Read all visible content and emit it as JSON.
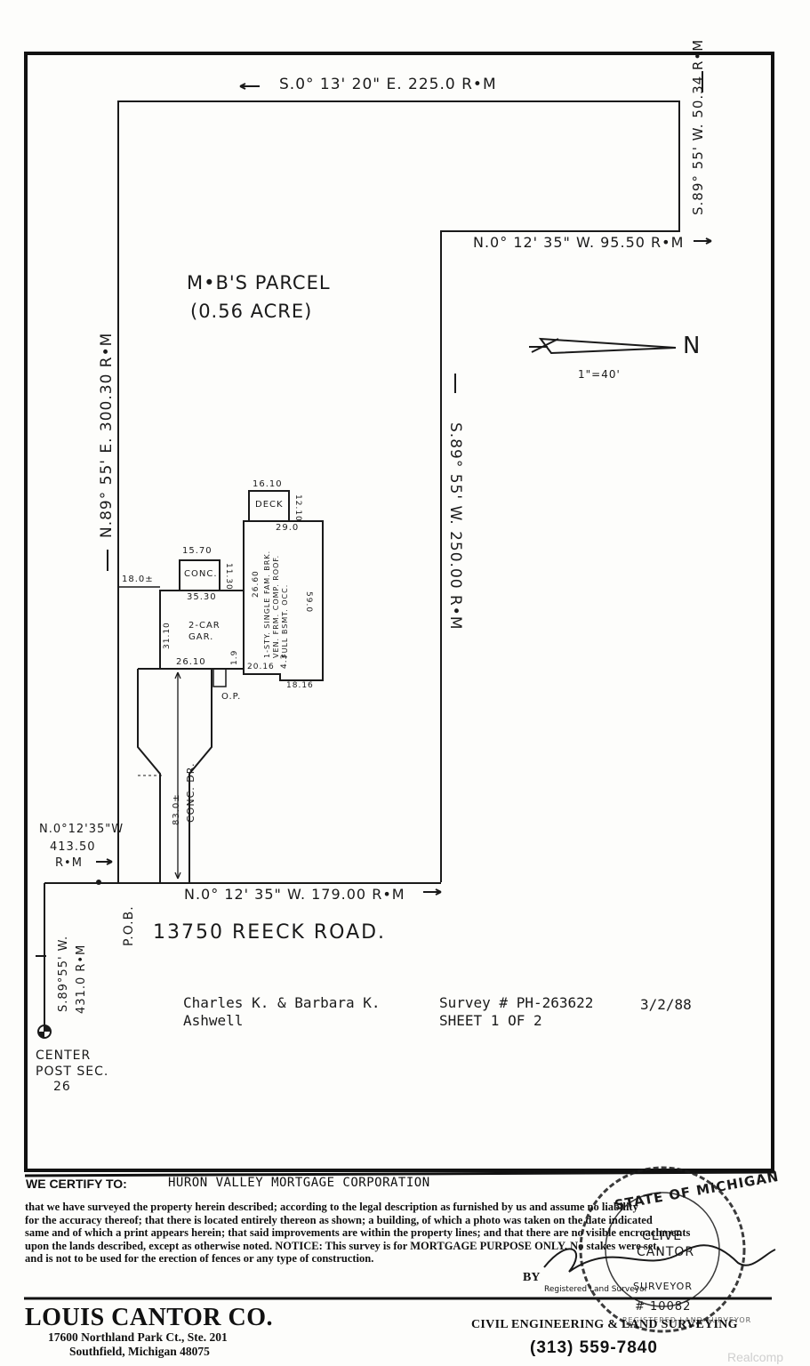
{
  "plat": {
    "north_line": "S.0° 13' 20\" E. 225.0 R•M",
    "east_upper": "S.89° 55' W. 50.34 R•M",
    "jog_line": "N.0° 12' 35\" W. 95.50 R•M",
    "east_lower": "S.89° 55' W. 250.00 R•M",
    "west_line": "N.89° 55' E. 300.30 R•M",
    "south_line": "N.0° 12' 35\" W. 179.00 R•M",
    "parcel_title": "M•B'S PARCEL",
    "parcel_area": "(0.56 ACRE)",
    "scale": "1\"=40'",
    "north_letter": "N",
    "street": "13750 REECK ROAD.",
    "pob": "P.O.B.",
    "tie_line": "N.0°12'35\"W",
    "tie_dist": "413.50",
    "tie_rm": "R•M",
    "west_tie": "S.89°55' W.",
    "west_tie_dist": "431.0 R•M",
    "center_post_1": "CENTER",
    "center_post_2": "POST SEC.",
    "center_post_3": "26",
    "deck": "DECK",
    "deck_w": "16.10",
    "deck_h": "12.10",
    "house_top": "29.0",
    "house_depth": "59.0",
    "house_side": "26.60",
    "house_desc": "1-STY. SINGLE FAM. BRK. VEN. FRM. COMP. ROOF. FULL BSMT. OCC.",
    "conc_label": "CONC.",
    "conc_w": "15.70",
    "conc_h": "11.30",
    "garage_setback": "18.0±",
    "garage_w": "35.30",
    "garage_label": "2-CAR GAR.",
    "garage_d": "31.10",
    "drive_start": "26.10",
    "jog_small": "1.9",
    "jog_w": "20.16",
    "jog_small2": "4.3",
    "house_bottom": "18.16",
    "op_label": "O.P.",
    "drive_len": "83.0±",
    "drive_label": "CONC. DR."
  },
  "info": {
    "owner_line1": "Charles K. & Barbara K.",
    "owner_line2": "Ashwell",
    "survey_no": "Survey # PH-263622",
    "sheet": "SHEET 1 OF 2",
    "date": "3/2/88"
  },
  "certification": {
    "to_label": "WE CERTIFY TO:",
    "to_name": "HURON VALLEY MORTGAGE CORPORATION",
    "line1": "that we have surveyed the property herein described; according to the legal description as furnished by us and assume no liability",
    "line2": "for the accuracy thereof; that there is located entirely thereon as shown; a building, of which a photo was taken on the date indicated",
    "line3": "same and of which a print appears herein; that said improvements are within the property lines; and that there are no visible encroachments",
    "line4": "upon the lands described, except as otherwise noted. NOTICE: This survey is for MORTGAGE PURPOSE ONLY. No stakes were set,",
    "line5": "and is not to be used for the erection of fences or any type of construction.",
    "by": "BY",
    "registered": "Registered Land Surveyor"
  },
  "seal": {
    "top": "STATE OF MICHIGAN",
    "name1": "CLIVE",
    "name2": "CANTOR",
    "title": "SURVEYOR",
    "number": "# 10082",
    "bottom": "REGISTERED LAND SURVEYOR"
  },
  "footer": {
    "company": "LOUIS CANTOR CO.",
    "address1": "17600 Northland Park Ct., Ste. 201",
    "address2": "Southfield, Michigan 48075",
    "engineering": "CIVIL ENGINEERING & LAND SURVEYING",
    "phone": "(313) 559-7840"
  },
  "watermark": "Realcomp"
}
